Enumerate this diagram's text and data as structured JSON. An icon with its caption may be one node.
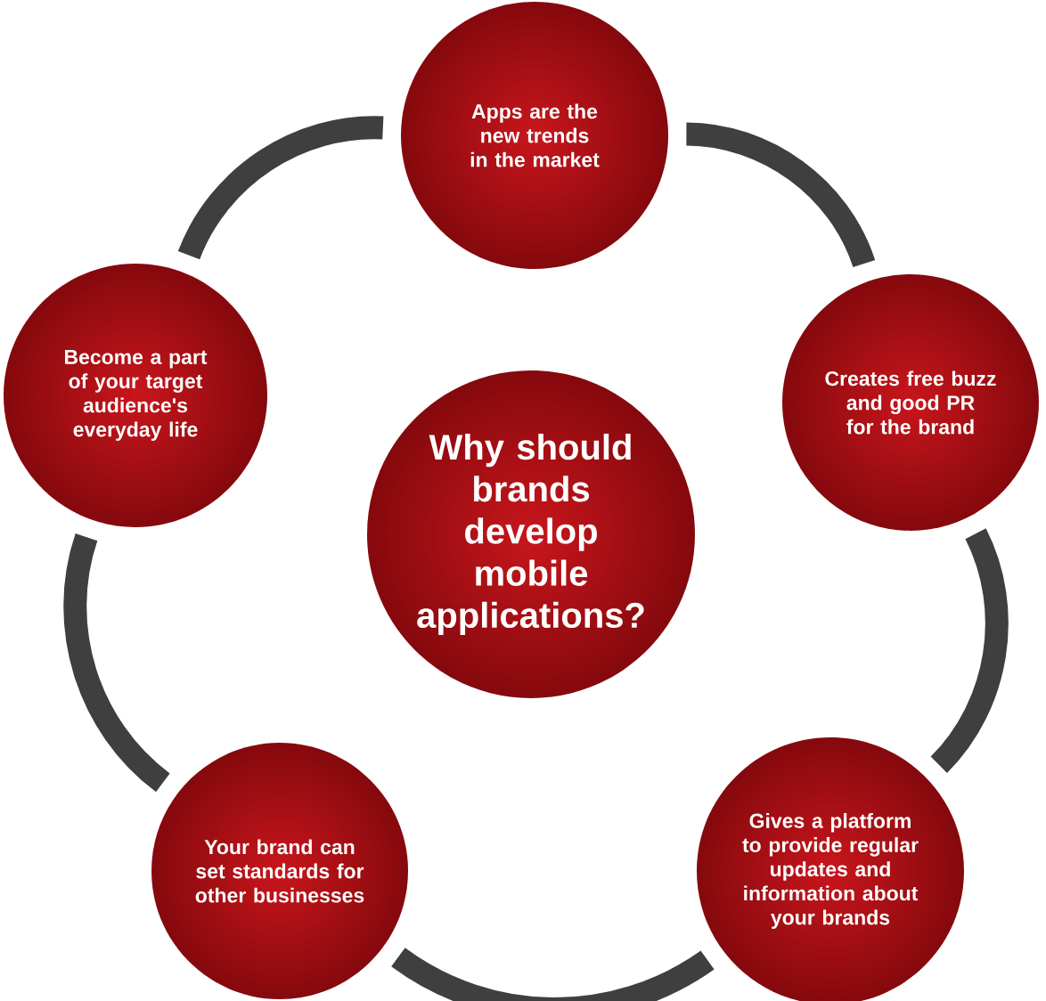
{
  "diagram": {
    "nodes": [
      {
        "text": [
          "Why should brands develop mobile applications?"
        ]
      },
      {
        "text": [
          "Apps are the new trends in the market"
        ]
      },
      {
        "text": [
          "Creates free buzz and good PR for the brand"
        ]
      },
      {
        "text": [
          "Gives a platform to provide regular updates and information about your brands"
        ]
      },
      {
        "text": [
          "Your brand can set standards for other businesses"
        ]
      },
      {
        "text": [
          "Become a part of your target audience's everyday life"
        ]
      }
    ],
    "edges": [
      {
        "from": 1,
        "to": 2,
        "arrow": "none"
      },
      {
        "from": 2,
        "to": 3,
        "arrow": "none"
      },
      {
        "from": 3,
        "to": 4,
        "arrow": "none"
      },
      {
        "from": 4,
        "to": 5,
        "arrow": "none"
      },
      {
        "from": 5,
        "to": 1,
        "arrow": "none"
      }
    ]
  }
}
